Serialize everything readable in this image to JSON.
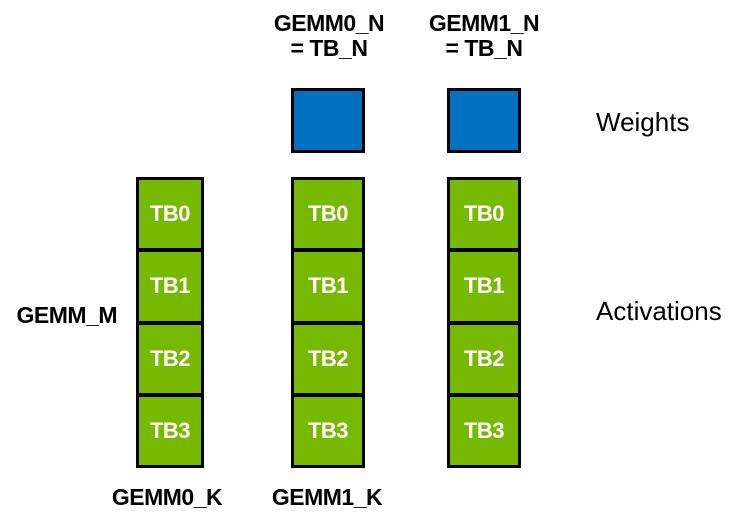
{
  "palette": {
    "background": "#ffffff",
    "green": "#76B900",
    "blue": "#0070C0",
    "border": "#000000",
    "text": "#000000",
    "tb_text": "#ffffff"
  },
  "top_labels": [
    {
      "line1": "GEMM0_N",
      "line2": "= TB_N"
    },
    {
      "line1": "GEMM1_N",
      "line2": "= TB_N"
    }
  ],
  "weights_label": "Weights",
  "activations_label": "Activations",
  "gemm_m_label": "GEMM_M",
  "columns": [
    {
      "bottom_label": "GEMM0_K",
      "tiles": [
        "TB0",
        "TB1",
        "TB2",
        "TB3"
      ]
    },
    {
      "bottom_label": "GEMM1_K",
      "tiles": [
        "TB0",
        "TB1",
        "TB2",
        "TB3"
      ]
    },
    {
      "bottom_label": "",
      "tiles": [
        "TB0",
        "TB1",
        "TB2",
        "TB3"
      ]
    }
  ]
}
